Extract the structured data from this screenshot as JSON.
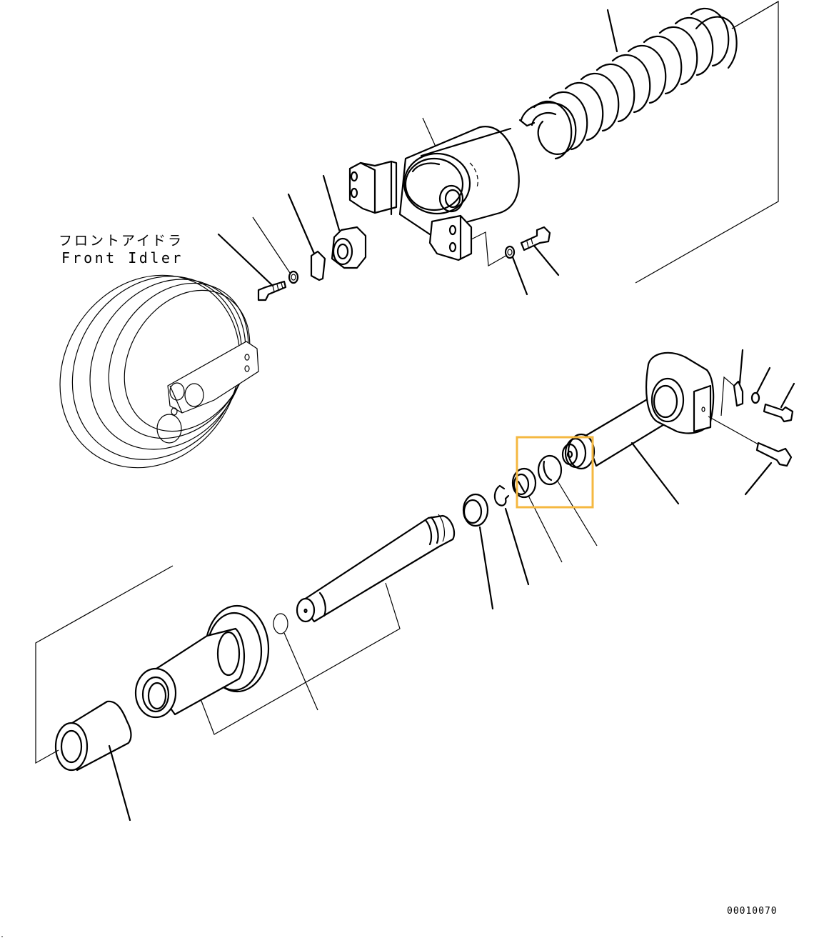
{
  "diagram": {
    "title_jp": "フロントアイドラ",
    "title_en": "Front Idler",
    "figure_code": "00010070",
    "highlight_color": "#F5B841",
    "line_color": "#000000",
    "background": "#FFFFFF",
    "parts": [
      {
        "id": "spring",
        "name": "Recoil spring"
      },
      {
        "id": "yoke",
        "name": "Idler yoke"
      },
      {
        "id": "nut",
        "name": "Nut"
      },
      {
        "id": "lock-plate",
        "name": "Lock plate"
      },
      {
        "id": "washer-upper",
        "name": "Washer"
      },
      {
        "id": "bolt-upper",
        "name": "Bolt"
      },
      {
        "id": "washer-yoke",
        "name": "Washer"
      },
      {
        "id": "bolt-yoke",
        "name": "Bolt"
      },
      {
        "id": "front-idler",
        "name": "Front idler"
      },
      {
        "id": "cylinder",
        "name": "Cylinder"
      },
      {
        "id": "plate-right",
        "name": "Plate"
      },
      {
        "id": "washer-right",
        "name": "Washer"
      },
      {
        "id": "bolt-right",
        "name": "Bolt"
      },
      {
        "id": "grease-fitting",
        "name": "Grease fitting"
      },
      {
        "id": "seal-ring",
        "name": "Seal (highlighted)"
      },
      {
        "id": "bushing-ring",
        "name": "Ring (highlighted)"
      },
      {
        "id": "snap-ring",
        "name": "Snap ring"
      },
      {
        "id": "packing",
        "name": "Packing"
      },
      {
        "id": "piston-rod",
        "name": "Rod"
      },
      {
        "id": "ball",
        "name": "Ball"
      },
      {
        "id": "piston",
        "name": "Piston"
      },
      {
        "id": "spacer",
        "name": "Spacer"
      }
    ]
  }
}
